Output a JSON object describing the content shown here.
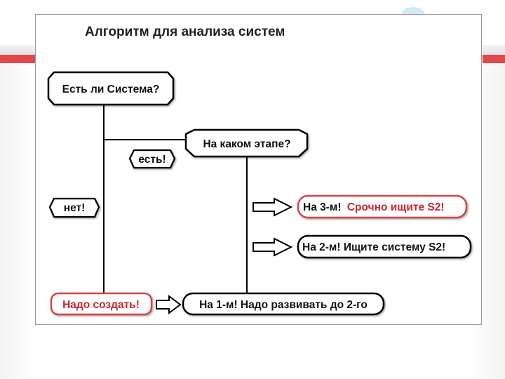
{
  "title": "Алгоритм для анализа систем",
  "nodes": {
    "has_system": "Есть ли Система?",
    "which_stage": "На каком этапе?",
    "yes": "есть!",
    "no": "нет!",
    "stage3": {
      "prefix": "На 3-м!",
      "emphasis": "Срочно ищите S2!"
    },
    "stage2": "На 2-м! Ищите систему S2!",
    "create": "Надо создать!",
    "stage1": "На 1-м! Надо развивать до 2-го"
  },
  "colors": {
    "line": "#000000",
    "accent": "#c7262e",
    "accent_border": "#d64545",
    "text": "#111111"
  }
}
